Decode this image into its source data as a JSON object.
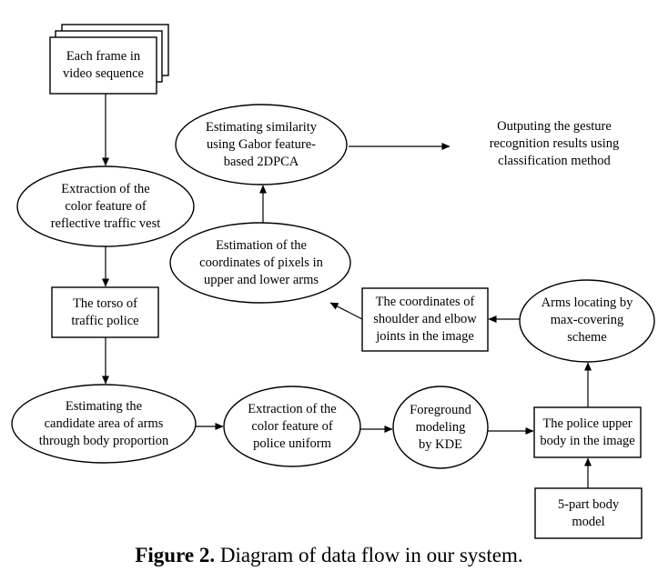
{
  "diagram": {
    "nodes": {
      "frames": "Each frame in\nvideo sequence",
      "extract_vest": "Extraction of the\ncolor feature of\nreflective traffic vest",
      "torso": "The torso of\ntraffic police",
      "candidate_arms": "Estimating the\ncandidate area of arms\nthrough body proportion",
      "extract_uniform": "Extraction of the\ncolor feature of\npolice uniform",
      "foreground": "Foreground\nmodeling\nby KDE",
      "upper_body": "The police upper\nbody in the image",
      "body_model": "5-part body\nmodel",
      "arms_locating": "Arms locating by\nmax-covering\nscheme",
      "joint_coords": "The coordinates of\nshoulder and elbow\njoints in the image",
      "arm_pixels": "Estimation of the\ncoordinates of pixels in\nupper and lower arms",
      "similarity": "Estimating similarity\nusing Gabor feature-\nbased 2DPCA",
      "output": "Outputing the gesture\nrecognition results using\nclassification method"
    },
    "edges": [
      [
        "frames",
        "extract_vest"
      ],
      [
        "extract_vest",
        "torso"
      ],
      [
        "torso",
        "candidate_arms"
      ],
      [
        "candidate_arms",
        "extract_uniform"
      ],
      [
        "extract_uniform",
        "foreground"
      ],
      [
        "foreground",
        "upper_body"
      ],
      [
        "body_model",
        "upper_body"
      ],
      [
        "upper_body",
        "arms_locating"
      ],
      [
        "arms_locating",
        "joint_coords"
      ],
      [
        "joint_coords",
        "arm_pixels"
      ],
      [
        "arm_pixels",
        "similarity"
      ],
      [
        "similarity",
        "output"
      ]
    ]
  },
  "caption": {
    "label": "Figure 2.",
    "text": " Diagram of data flow in our system."
  }
}
